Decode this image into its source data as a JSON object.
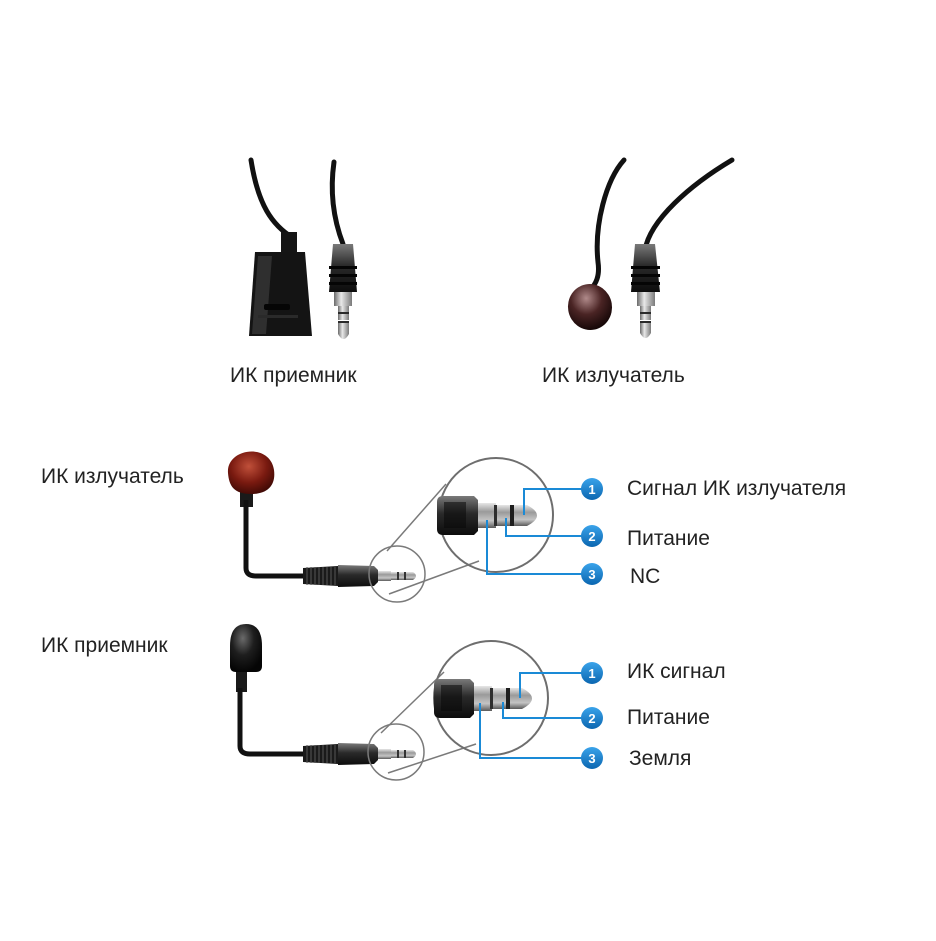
{
  "photos": {
    "receiver_caption": "ИК приемник",
    "emitter_caption": "ИК излучатель"
  },
  "emitter_diagram": {
    "device_label": "ИК излучатель",
    "pins": [
      {
        "number": "1",
        "label": "Сигнал ИК излучателя"
      },
      {
        "number": "2",
        "label": "Питание"
      },
      {
        "number": "3",
        "label": "NC"
      }
    ]
  },
  "receiver_diagram": {
    "device_label": "ИК приемник",
    "pins": [
      {
        "number": "1",
        "label": "ИК сигнал"
      },
      {
        "number": "2",
        "label": "Питание"
      },
      {
        "number": "3",
        "label": "Земля"
      }
    ]
  },
  "colors": {
    "callout_blue": "#1a8ad6",
    "emitter_red": "#7a1a10",
    "cable": "#111111"
  }
}
